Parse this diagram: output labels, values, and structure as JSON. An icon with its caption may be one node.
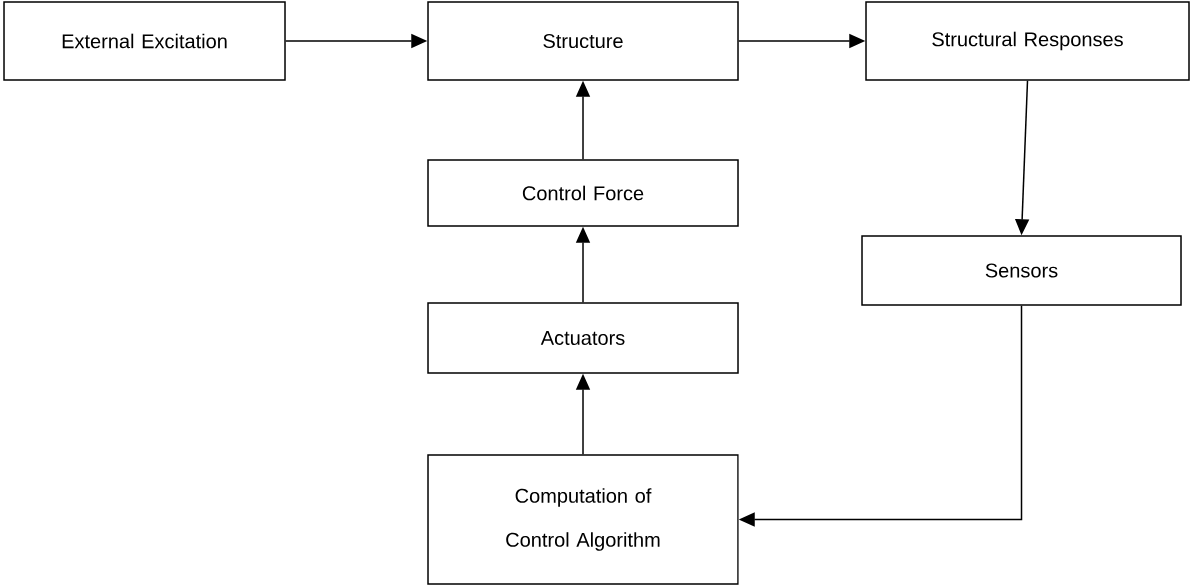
{
  "diagram": {
    "nodes": [
      {
        "text": [
          "External Excitation"
        ]
      },
      {
        "text": [
          "Structure"
        ]
      },
      {
        "text": [
          "Structural Responses"
        ]
      },
      {
        "text": [
          "Control Force"
        ]
      },
      {
        "text": [
          "Sensors"
        ]
      },
      {
        "text": [
          "Actuators"
        ]
      },
      {
        "text": [
          "Computation of Control Algorithm"
        ]
      }
    ],
    "edges": [
      {
        "from": 0,
        "to": 1,
        "arrow": "to"
      },
      {
        "from": 1,
        "to": 2,
        "arrow": "to"
      },
      {
        "from": 2,
        "to": 4,
        "arrow": "to"
      },
      {
        "from": 4,
        "to": 6,
        "arrow": "to"
      },
      {
        "from": 6,
        "to": 5,
        "arrow": "to"
      },
      {
        "from": 5,
        "to": 3,
        "arrow": "to"
      },
      {
        "from": 3,
        "to": 1,
        "arrow": "to"
      }
    ]
  }
}
